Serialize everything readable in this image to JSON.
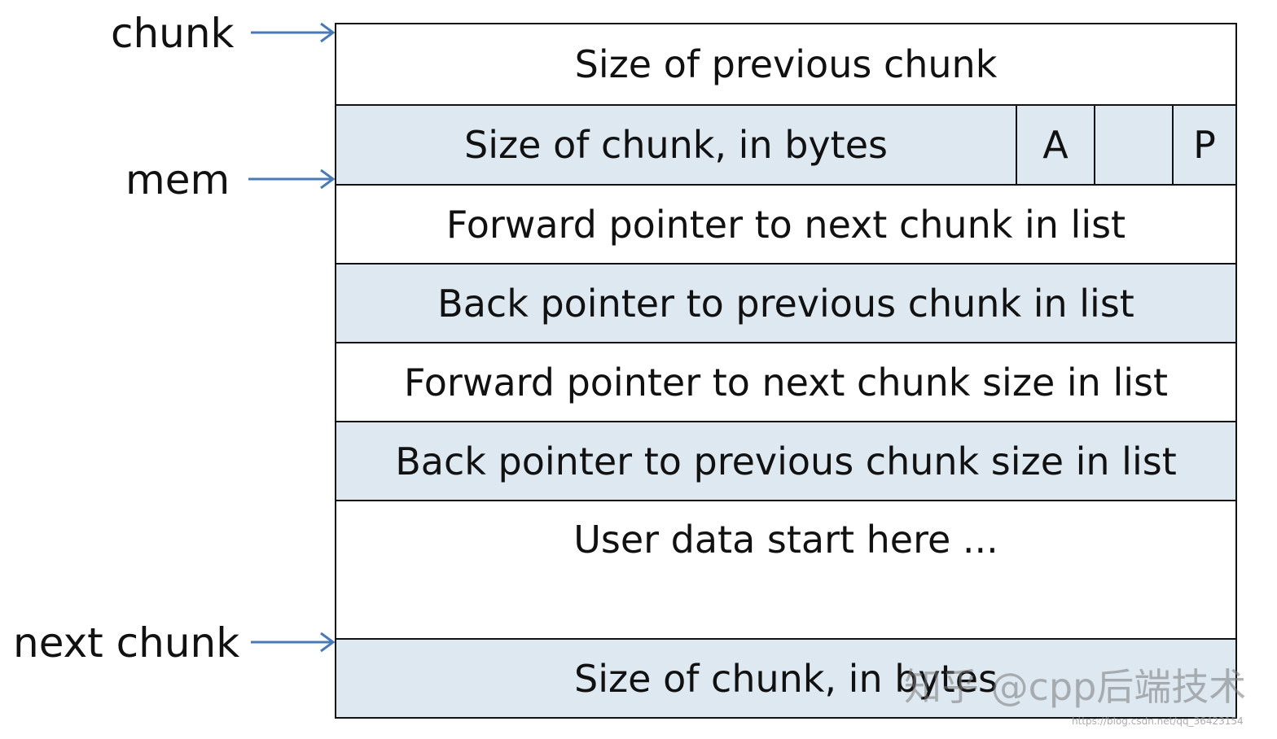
{
  "pointers": {
    "chunk": "chunk",
    "mem": "mem",
    "next_chunk": "next chunk"
  },
  "rows": {
    "prev_size": "Size of previous chunk",
    "chunk_size": "Size of chunk, in bytes",
    "flag_a": "A",
    "flag_p": "P",
    "fd": "Forward pointer to next chunk in list",
    "bk": "Back pointer to previous chunk in list",
    "fd_nextsize": "Forward pointer to next chunk size in list",
    "bk_nextsize": "Back pointer to previous chunk size in list",
    "user_data": "User data start here ...",
    "next_chunk_size": "Size of chunk, in bytes"
  },
  "watermark": {
    "text": "知乎 @cpp后端技术",
    "url": "https://blog.csdn.net/qq_36423154"
  },
  "colors": {
    "arrow": "#4a7ab5",
    "shaded_row": "#dde8f1",
    "border": "#111111"
  }
}
